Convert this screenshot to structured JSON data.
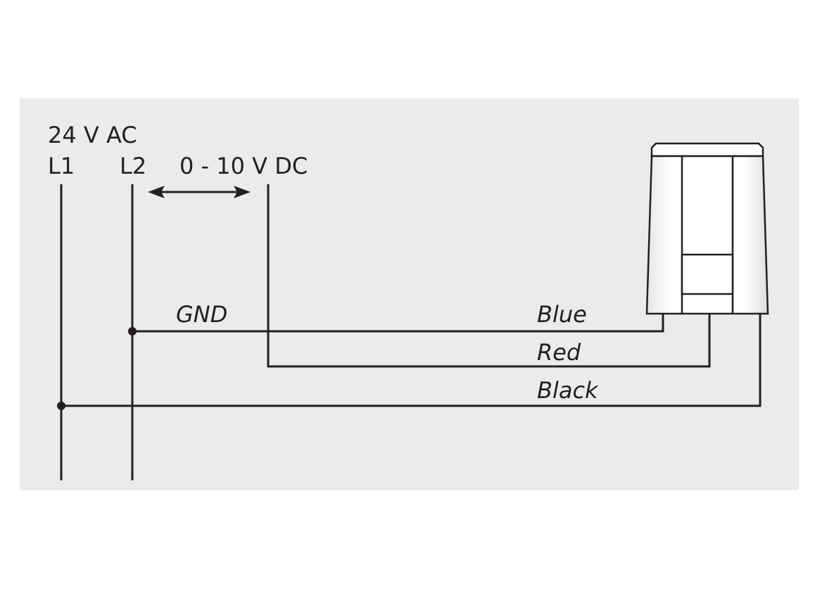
{
  "supply": {
    "voltage_label": "24 V AC",
    "line1_label": "L1",
    "line2_label": "L2"
  },
  "control": {
    "signal_label": "0 - 10 V DC"
  },
  "ground": {
    "label": "GND"
  },
  "wires": {
    "blue_label": "Blue",
    "red_label": "Red",
    "black_label": "Black"
  },
  "colors": {
    "panel_background": "#e9ebed",
    "line_color": "#231f20",
    "actuator_fill": "#ffffff"
  },
  "icons": {
    "actuator": "actuator-icon",
    "arrow": "double-arrow-icon"
  }
}
